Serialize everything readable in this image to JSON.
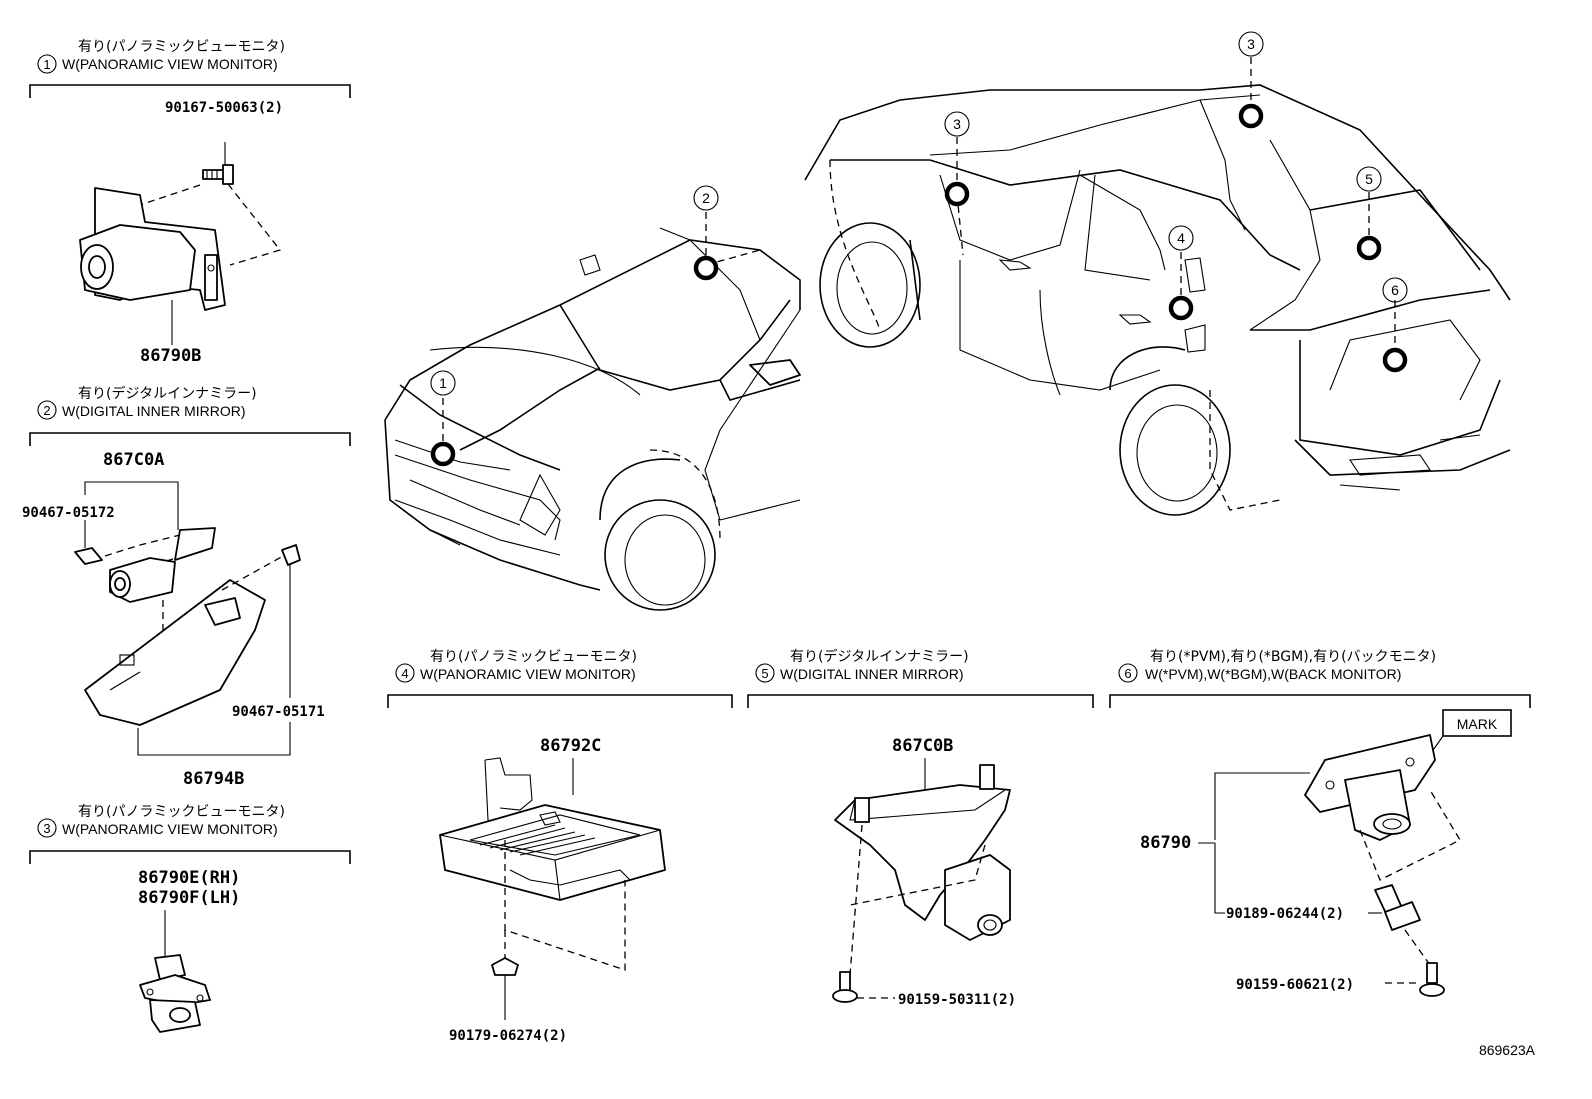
{
  "sections": [
    {
      "num": "1",
      "jp": "有り(パノラミックビューモニタ)",
      "en": "W(PANORAMIC VIEW MONITOR)"
    },
    {
      "num": "2",
      "jp": "有り(デジタルインナミラー)",
      "en": "W(DIGITAL INNER MIRROR)"
    },
    {
      "num": "3",
      "jp": "有り(パノラミックビューモニタ)",
      "en": "W(PANORAMIC VIEW MONITOR)"
    },
    {
      "num": "4",
      "jp": "有り(パノラミックビューモニタ)",
      "en": "W(PANORAMIC VIEW MONITOR)"
    },
    {
      "num": "5",
      "jp": "有り(デジタルインナミラー)",
      "en": "W(DIGITAL INNER MIRROR)"
    },
    {
      "num": "6",
      "jp": "有り(*PVM),有り(*BGM),有り(バックモニタ)",
      "en": "W(*PVM),W(*BGM),W(BACK MONITOR)"
    }
  ],
  "parts": {
    "p90167": "90167-50063(2)",
    "p86790B": "86790B",
    "p867C0A": "867C0A",
    "p90467_05172": "90467-05172",
    "p90467_05171": "90467-05171",
    "p86794B": "86794B",
    "p86790E": "86790E(RH)",
    "p86790F": "86790F(LH)",
    "p86792C": "86792C",
    "p90179": "90179-06274(2)",
    "p867C0B": "867C0B",
    "p90159_50311": "90159-50311(2)",
    "p86790": "86790",
    "p90189": "90189-06244(2)",
    "p90159_60621": "90159-60621(2)",
    "mark": "MARK"
  },
  "callouts": [
    "1",
    "2",
    "3",
    "3",
    "4",
    "5",
    "6"
  ],
  "figure_id": "869623A"
}
